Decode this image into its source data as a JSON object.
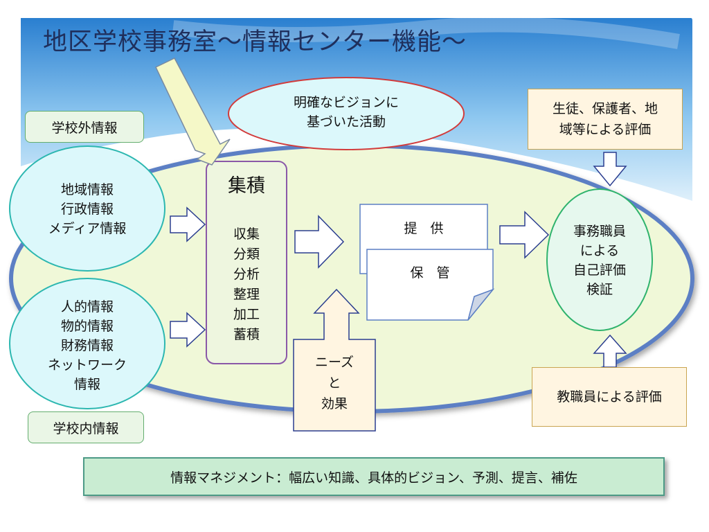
{
  "title": "地区学校事務室～情報センター機能～",
  "labels": {
    "outside_info": "学校外情報",
    "inside_info": "学校内情報",
    "vision": [
      "明確なビジョンに",
      "基づいた活動"
    ],
    "community_eval": [
      "生徒、保護者、地",
      "域等による評価"
    ],
    "staff_eval": "教職員による評価"
  },
  "circles": {
    "external": [
      "地域情報",
      "行政情報",
      "メディア情報"
    ],
    "internal": [
      "人的情報",
      "物的情報",
      "財務情報",
      "ネットワーク",
      "情報"
    ],
    "self_eval": [
      "事務職員",
      "による",
      "自己評価",
      "検証"
    ]
  },
  "accumulation": {
    "heading": "集積",
    "items": [
      "収集",
      "分類",
      "分析",
      "整理",
      "加工",
      "蓄積"
    ]
  },
  "documents": {
    "provide": "提　供",
    "store": "保　管"
  },
  "needs": [
    "ニーズ",
    "と",
    "効果"
  ],
  "footer": "情報マネジメント：幅広い知識、具体的ビジョン、予測、提言、補佐",
  "colors": {
    "big_ellipse_fill": "#f0f8d8",
    "big_ellipse_border": "#5b7fc4",
    "circle_fill": "#dcf8fb",
    "circle_border": "#2cb7b0",
    "vision_border": "#d23b3b",
    "accumulation_border": "#8a58a8"
  }
}
